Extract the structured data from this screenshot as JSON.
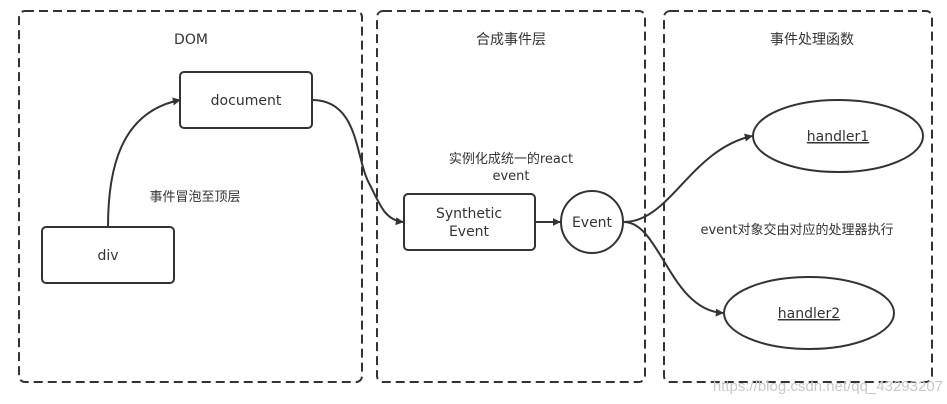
{
  "diagram": {
    "colors": {
      "stroke": "#333333",
      "text": "#333333",
      "background": "#ffffff",
      "watermark": "#c8c8c8"
    },
    "layers": [
      {
        "id": "dom",
        "title": "DOM"
      },
      {
        "id": "synthetic",
        "title": "合成事件层"
      },
      {
        "id": "handlers",
        "title": "事件处理函数"
      }
    ],
    "nodes": {
      "div": {
        "label": "div",
        "shape": "rounded-rect"
      },
      "document": {
        "label": "document",
        "shape": "rounded-rect"
      },
      "synthetic_event": {
        "label_line1": "Synthetic",
        "label_line2": "Event",
        "shape": "rounded-rect"
      },
      "event": {
        "label": "Event",
        "shape": "circle"
      },
      "handler1": {
        "label": "handler1",
        "shape": "ellipse",
        "underline": true
      },
      "handler2": {
        "label": "handler2",
        "shape": "ellipse",
        "underline": true
      }
    },
    "annotations": {
      "bubble": "事件冒泡至顶层",
      "instantiate_line1": "实例化成统一的react",
      "instantiate_line2": "event",
      "dispatch": "event对象交由对应的处理器执行"
    },
    "edges": [
      {
        "from": "div",
        "to": "document"
      },
      {
        "from": "document",
        "to": "synthetic_event"
      },
      {
        "from": "synthetic_event",
        "to": "event"
      },
      {
        "from": "event",
        "to": "handler1"
      },
      {
        "from": "event",
        "to": "handler2"
      }
    ],
    "watermark": "https://blog.csdn.net/qq_43293207"
  }
}
